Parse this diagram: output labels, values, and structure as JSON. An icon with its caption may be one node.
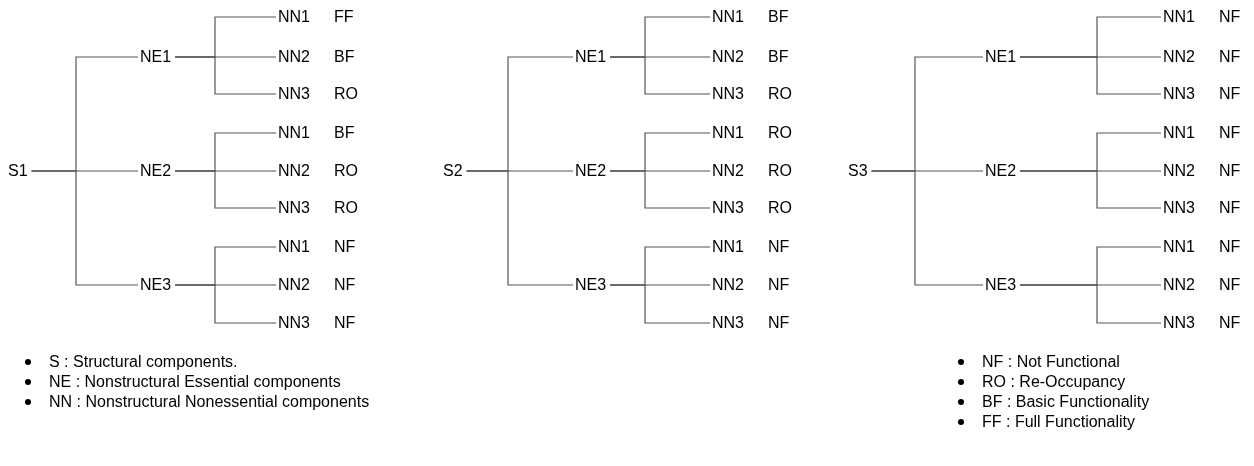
{
  "diagram": {
    "nodes": [
      {
        "text": [
          "S1"
        ]
      },
      {
        "text": [
          "NE1"
        ]
      },
      {
        "text": [
          "NE2"
        ]
      },
      {
        "text": [
          "NE3"
        ]
      },
      {
        "text": [
          "NN1"
        ],
        "beside": [
          "FF"
        ]
      },
      {
        "text": [
          "NN2"
        ],
        "beside": [
          "BF"
        ]
      },
      {
        "text": [
          "NN3"
        ],
        "beside": [
          "RO"
        ]
      },
      {
        "text": [
          "NN1"
        ],
        "beside": [
          "BF"
        ]
      },
      {
        "text": [
          "NN2"
        ],
        "beside": [
          "RO"
        ]
      },
      {
        "text": [
          "NN3"
        ],
        "beside": [
          "RO"
        ]
      },
      {
        "text": [
          "NN1"
        ],
        "beside": [
          "NF"
        ]
      },
      {
        "text": [
          "NN2"
        ],
        "beside": [
          "NF"
        ]
      },
      {
        "text": [
          "NN3"
        ],
        "beside": [
          "NF"
        ]
      },
      {
        "text": [
          "S2"
        ]
      },
      {
        "text": [
          "NE1"
        ]
      },
      {
        "text": [
          "NE2"
        ]
      },
      {
        "text": [
          "NE3"
        ]
      },
      {
        "text": [
          "NN1"
        ],
        "beside": [
          "BF"
        ]
      },
      {
        "text": [
          "NN2"
        ],
        "beside": [
          "BF"
        ]
      },
      {
        "text": [
          "NN3"
        ],
        "beside": [
          "RO"
        ]
      },
      {
        "text": [
          "NN1"
        ],
        "beside": [
          "RO"
        ]
      },
      {
        "text": [
          "NN2"
        ],
        "beside": [
          "RO"
        ]
      },
      {
        "text": [
          "NN3"
        ],
        "beside": [
          "RO"
        ]
      },
      {
        "text": [
          "NN1"
        ],
        "beside": [
          "NF"
        ]
      },
      {
        "text": [
          "NN2"
        ],
        "beside": [
          "NF"
        ]
      },
      {
        "text": [
          "NN3"
        ],
        "beside": [
          "NF"
        ]
      },
      {
        "text": [
          "S3"
        ]
      },
      {
        "text": [
          "NE1"
        ]
      },
      {
        "text": [
          "NE2"
        ]
      },
      {
        "text": [
          "NE3"
        ]
      },
      {
        "text": [
          "NN1"
        ],
        "beside": [
          "NF"
        ]
      },
      {
        "text": [
          "NN2"
        ],
        "beside": [
          "NF"
        ]
      },
      {
        "text": [
          "NN3"
        ],
        "beside": [
          "NF"
        ]
      },
      {
        "text": [
          "NN1"
        ],
        "beside": [
          "NF"
        ]
      },
      {
        "text": [
          "NN2"
        ],
        "beside": [
          "NF"
        ]
      },
      {
        "text": [
          "NN3"
        ],
        "beside": [
          "NF"
        ]
      },
      {
        "text": [
          "NN1"
        ],
        "beside": [
          "NF"
        ]
      },
      {
        "text": [
          "NN2"
        ],
        "beside": [
          "NF"
        ]
      },
      {
        "text": [
          "NN3"
        ],
        "beside": [
          "NF"
        ]
      }
    ],
    "edges": [
      {
        "from": 0,
        "to": 1,
        "arrow": "none"
      },
      {
        "from": 0,
        "to": 2,
        "arrow": "none"
      },
      {
        "from": 0,
        "to": 3,
        "arrow": "none"
      },
      {
        "from": 1,
        "to": 4,
        "arrow": "none"
      },
      {
        "from": 1,
        "to": 5,
        "arrow": "none"
      },
      {
        "from": 1,
        "to": 6,
        "arrow": "none"
      },
      {
        "from": 2,
        "to": 7,
        "arrow": "none"
      },
      {
        "from": 2,
        "to": 8,
        "arrow": "none"
      },
      {
        "from": 2,
        "to": 9,
        "arrow": "none"
      },
      {
        "from": 3,
        "to": 10,
        "arrow": "none"
      },
      {
        "from": 3,
        "to": 11,
        "arrow": "none"
      },
      {
        "from": 3,
        "to": 12,
        "arrow": "none"
      },
      {
        "from": 13,
        "to": 14,
        "arrow": "none"
      },
      {
        "from": 13,
        "to": 15,
        "arrow": "none"
      },
      {
        "from": 13,
        "to": 16,
        "arrow": "none"
      },
      {
        "from": 14,
        "to": 17,
        "arrow": "none"
      },
      {
        "from": 14,
        "to": 18,
        "arrow": "none"
      },
      {
        "from": 14,
        "to": 19,
        "arrow": "none"
      },
      {
        "from": 15,
        "to": 20,
        "arrow": "none"
      },
      {
        "from": 15,
        "to": 21,
        "arrow": "none"
      },
      {
        "from": 15,
        "to": 22,
        "arrow": "none"
      },
      {
        "from": 16,
        "to": 23,
        "arrow": "none"
      },
      {
        "from": 16,
        "to": 24,
        "arrow": "none"
      },
      {
        "from": 16,
        "to": 25,
        "arrow": "none"
      },
      {
        "from": 26,
        "to": 27,
        "arrow": "none"
      },
      {
        "from": 26,
        "to": 28,
        "arrow": "none"
      },
      {
        "from": 26,
        "to": 29,
        "arrow": "none"
      },
      {
        "from": 27,
        "to": 30,
        "arrow": "none"
      },
      {
        "from": 27,
        "to": 31,
        "arrow": "none"
      },
      {
        "from": 27,
        "to": 32,
        "arrow": "none"
      },
      {
        "from": 28,
        "to": 33,
        "arrow": "none"
      },
      {
        "from": 28,
        "to": 34,
        "arrow": "none"
      },
      {
        "from": 28,
        "to": 35,
        "arrow": "none"
      },
      {
        "from": 29,
        "to": 36,
        "arrow": "none"
      },
      {
        "from": 29,
        "to": 37,
        "arrow": "none"
      },
      {
        "from": 29,
        "to": 38,
        "arrow": "none"
      }
    ],
    "labels": [
      "S : Structural components.",
      "NE : Nonstructural Essential components",
      "NN : Nonstructural Nonessential components",
      "NF : Not Functional",
      "RO : Re-Occupancy",
      "BF : Basic Functionality",
      "FF : Full Functionality"
    ]
  }
}
